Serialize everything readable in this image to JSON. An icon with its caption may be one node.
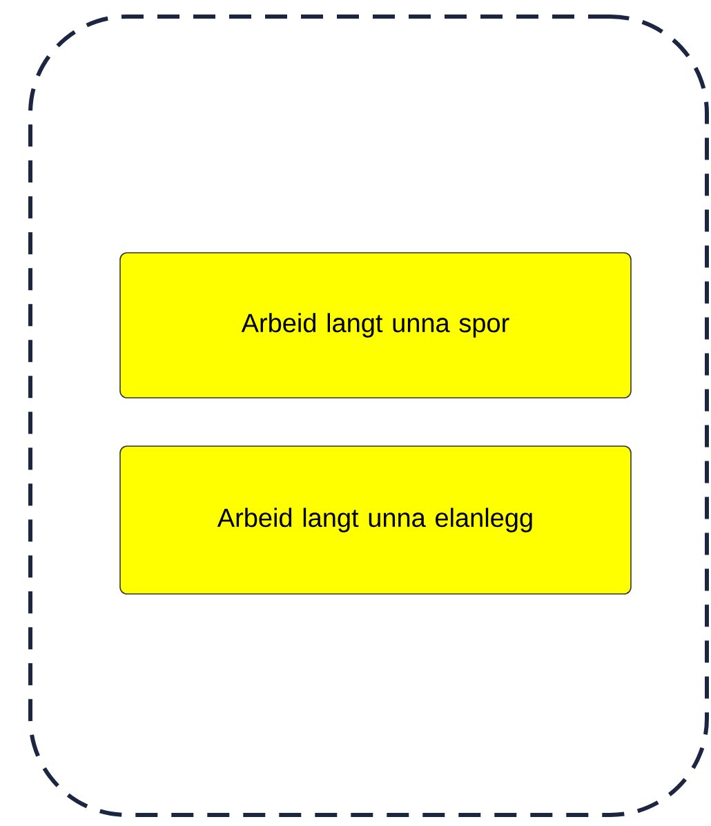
{
  "diagram": {
    "nodes": [
      {
        "text": [],
        "shape": "box"
      },
      {
        "text": [
          "Arbeid langt unna spor"
        ],
        "in": 0
      },
      {
        "text": [
          "Arbeid langt unna elanlegg"
        ],
        "in": 0
      }
    ]
  }
}
